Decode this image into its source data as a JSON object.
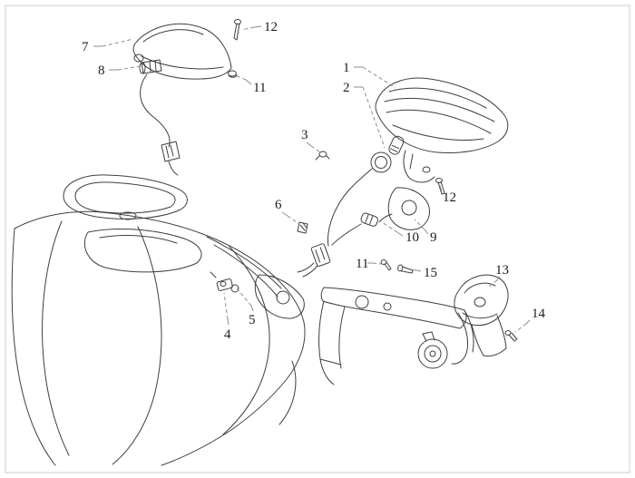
{
  "figure": {
    "kind": "exploded-parts-diagram",
    "subject": "scooter rear lights and turn signal exploded view",
    "colors": {
      "line": "#3f3f3f",
      "leader": "#8c8c8c",
      "text": "#1c1c1c",
      "frame": "#cccccc",
      "background": "#ffffff"
    },
    "callouts": [
      {
        "id": "12-top",
        "label": "12"
      },
      {
        "id": "7",
        "label": "7"
      },
      {
        "id": "8",
        "label": "8"
      },
      {
        "id": "11-top",
        "label": "11"
      },
      {
        "id": "1",
        "label": "1"
      },
      {
        "id": "2",
        "label": "2"
      },
      {
        "id": "3",
        "label": "3"
      },
      {
        "id": "12-right",
        "label": "12"
      },
      {
        "id": "6",
        "label": "6"
      },
      {
        "id": "10",
        "label": "10"
      },
      {
        "id": "9",
        "label": "9"
      },
      {
        "id": "11-mid",
        "label": "11"
      },
      {
        "id": "15",
        "label": "15"
      },
      {
        "id": "13",
        "label": "13"
      },
      {
        "id": "14",
        "label": "14"
      },
      {
        "id": "4",
        "label": "4"
      },
      {
        "id": "5",
        "label": "5"
      }
    ]
  }
}
